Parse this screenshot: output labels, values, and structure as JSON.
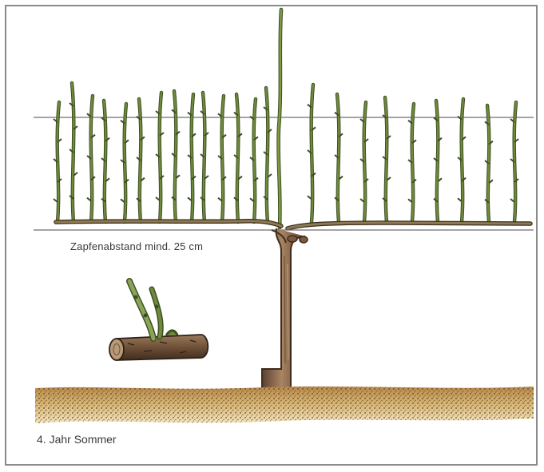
{
  "labels": {
    "spacing": "Zapfenabstand mind. 25 cm",
    "caption": "4. Jahr  Sommer"
  },
  "colors": {
    "frame": "#8a8a8a",
    "wire": "#6e6e6e",
    "shoot": "#6f8a3c",
    "shoot_dark": "#3e4f22",
    "trunk": "#8a6a4a",
    "trunk_dark": "#4a3626",
    "soil": "#c9a35a",
    "soil_dark": "#4a3418",
    "text": "#3a3a3a"
  },
  "icons": {
    "trunk": "vine-trunk",
    "cordon": "horizontal-cordon",
    "shoots": "upright-shoots",
    "cutting": "pruned-spur-detail",
    "soil": "ground-soil"
  }
}
